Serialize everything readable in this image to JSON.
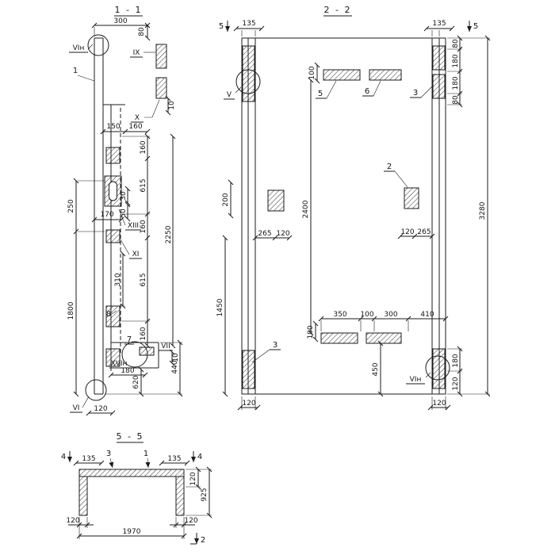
{
  "titles": {
    "s11": "1 - 1",
    "s22": "2 - 2",
    "s55": "5 - 5"
  },
  "dims": {
    "d10": "10",
    "d30": "30",
    "d50": "50",
    "d80": "80",
    "d100": "100",
    "d120": "120",
    "d135": "135",
    "d150": "150",
    "d160": "160",
    "d170": "170",
    "d180": "180",
    "d200": "200",
    "d250": "250",
    "d265": "265",
    "d300": "300",
    "d310": "310",
    "d350": "350",
    "d410": "410",
    "d440": "440",
    "d450": "450",
    "d615": "615",
    "d620": "620",
    "d925": "925",
    "d1450": "1450",
    "d1800": "1800",
    "d1970": "1970",
    "d2250": "2250",
    "d2400": "2400",
    "d3280": "3280"
  },
  "labels": {
    "n1": "1",
    "n2": "2",
    "n3": "3",
    "n4": "4",
    "n5": "5",
    "n6": "6",
    "n7": "7",
    "n8": "8",
    "v": "V",
    "vi": "VI",
    "vii": "VII",
    "ix": "IX",
    "x": "X",
    "xi": "XI",
    "xiii": "XIII",
    "vin": "VIн",
    "xvin": "XVIн"
  }
}
